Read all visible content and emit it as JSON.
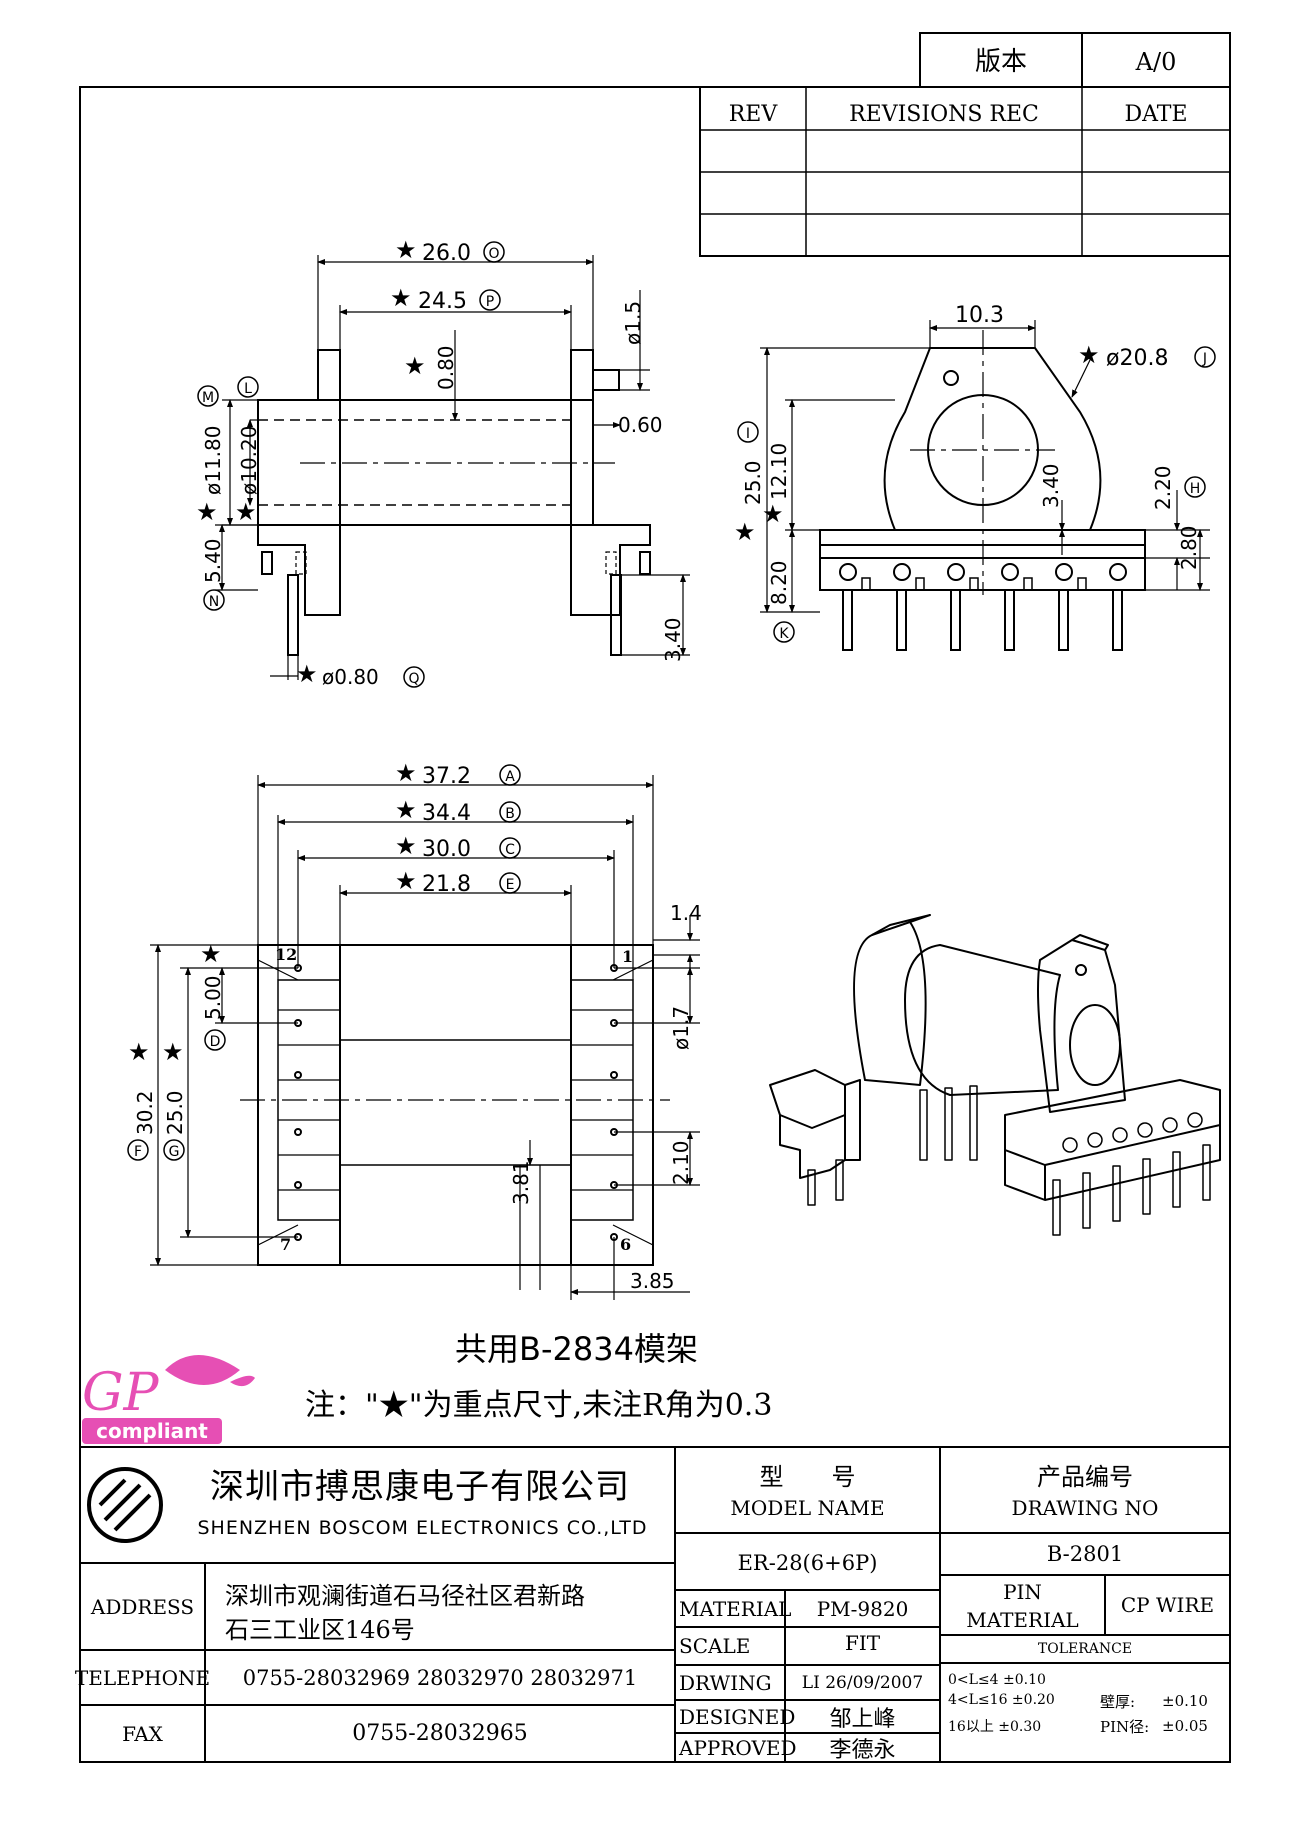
{
  "version_box": {
    "label": "版本",
    "value": "A/0"
  },
  "revision_table": {
    "headers": [
      "REV",
      "REVISIONS REC",
      "DATE"
    ],
    "rows": [
      [
        "",
        "",
        ""
      ],
      [
        "",
        "",
        ""
      ],
      [
        "",
        "",
        ""
      ]
    ]
  },
  "dimensions": {
    "side_view": {
      "o": {
        "value": "26.0",
        "tag": "O"
      },
      "p": {
        "value": "24.5",
        "tag": "P"
      },
      "pin_dia": "ø1.5",
      "flange_thk": "0.80",
      "gap": "0.60",
      "m": {
        "value": "ø11.80",
        "tag": "M"
      },
      "l": {
        "value": "ø10.20",
        "tag": "L"
      },
      "n": {
        "value": "5.40",
        "tag": "N"
      },
      "pin_len": "3.40",
      "q": {
        "value": "ø0.80",
        "tag": "Q"
      }
    },
    "end_view": {
      "top_w": "10.3",
      "j": {
        "value": "ø20.8",
        "tag": "J"
      },
      "i": {
        "value": "25.0",
        "tag": "I"
      },
      "h1": "12.10",
      "k": {
        "value": "8.20",
        "tag": "K"
      },
      "c1": "3.40",
      "h": {
        "value": "2.20",
        "tag": "H"
      },
      "h2": "2.80"
    },
    "bottom_view": {
      "a": {
        "value": "37.2",
        "tag": "A"
      },
      "b": {
        "value": "34.4",
        "tag": "B"
      },
      "c": {
        "value": "30.0",
        "tag": "C"
      },
      "e": {
        "value": "21.8",
        "tag": "E"
      },
      "pin_w": "1.4",
      "d": {
        "value": "5.00",
        "tag": "D"
      },
      "pitch": "ø1.7",
      "f": {
        "value": "30.2",
        "tag": "F"
      },
      "g": {
        "value": "25.0",
        "tag": "G"
      },
      "t1": "2.10",
      "t2": "3.81",
      "t3": "3.85",
      "pin_labels": [
        "12",
        "1",
        "7",
        "6"
      ]
    }
  },
  "notes": {
    "shared": "共用B-2834模架",
    "note": "注：\"★\"为重点尺寸,未注R角为0.3",
    "star": "★"
  },
  "badge": {
    "gp": "GP",
    "compliant": "compliant"
  },
  "company": {
    "name_cn": "深圳市搏思康电子有限公司",
    "name_en": "SHENZHEN BOSCOM ELECTRONICS CO.,LTD",
    "address_label": "ADDRESS",
    "address_line1": "深圳市观澜街道石马径社区君新路",
    "address_line2": "石三工业区146号",
    "telephone_label": "TELEPHONE",
    "telephone": "0755-28032969 28032970 28032971",
    "fax_label": "FAX",
    "fax": "0755-28032965"
  },
  "title_block": {
    "model_cn": "型　　号",
    "model_en": "MODEL NAME",
    "model_value": "ER-28(6+6P)",
    "drawing_cn": "产品编号",
    "drawing_en": "DRAWING NO",
    "drawing_value": "B-2801",
    "material_label": "MATERIAL",
    "material_value": "PM-9820",
    "scale_label": "SCALE",
    "scale_value": "FIT",
    "drawing_label": "DRWING",
    "drawing_date": "LI 26/09/2007",
    "designed_label": "DESIGNED",
    "designed_value": "邹上峰",
    "approved_label": "APPROVED",
    "approved_value": "李德永",
    "pin_material_1": "PIN",
    "pin_material_2": "MATERIAL",
    "pin_material_value": "CP WIRE",
    "tolerance_label": "TOLERANCE",
    "tol_1": "0<L≤4  ±0.10",
    "tol_2": "4<L≤16 ±0.20",
    "tol_3": "16以上    ±0.30",
    "wall_label": "壁厚:",
    "wall_value": "±0.10",
    "pin_dia_label": "PIN径:",
    "pin_dia_value": "±0.05"
  }
}
